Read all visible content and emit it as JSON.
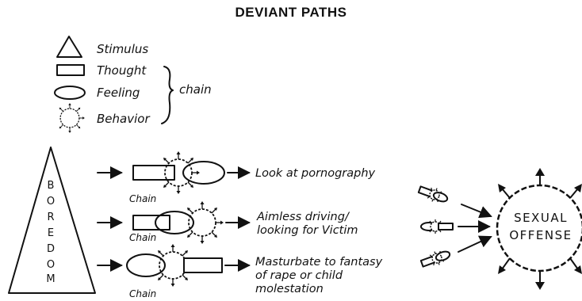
{
  "title": "DEVIANT PATHS",
  "legend": {
    "stimulus": "Stimulus",
    "thought": "Thought",
    "feeling": "Feeling",
    "behavior": "Behavior",
    "chain": "chain"
  },
  "trigger": {
    "letters": [
      "B",
      "O",
      "R",
      "E",
      "D",
      "O",
      "M"
    ]
  },
  "chain_label": "Chain",
  "paths": [
    {
      "line1": "Look at pornography",
      "line2": "",
      "line3": ""
    },
    {
      "line1": "Aimless driving/",
      "line2": "looking for Victim",
      "line3": ""
    },
    {
      "line1": "Masturbate to fantasy",
      "line2": "of rape or child",
      "line3": "molestation"
    }
  ],
  "outcome": {
    "line1": "SEXUAL",
    "line2": "OFFENSE"
  }
}
